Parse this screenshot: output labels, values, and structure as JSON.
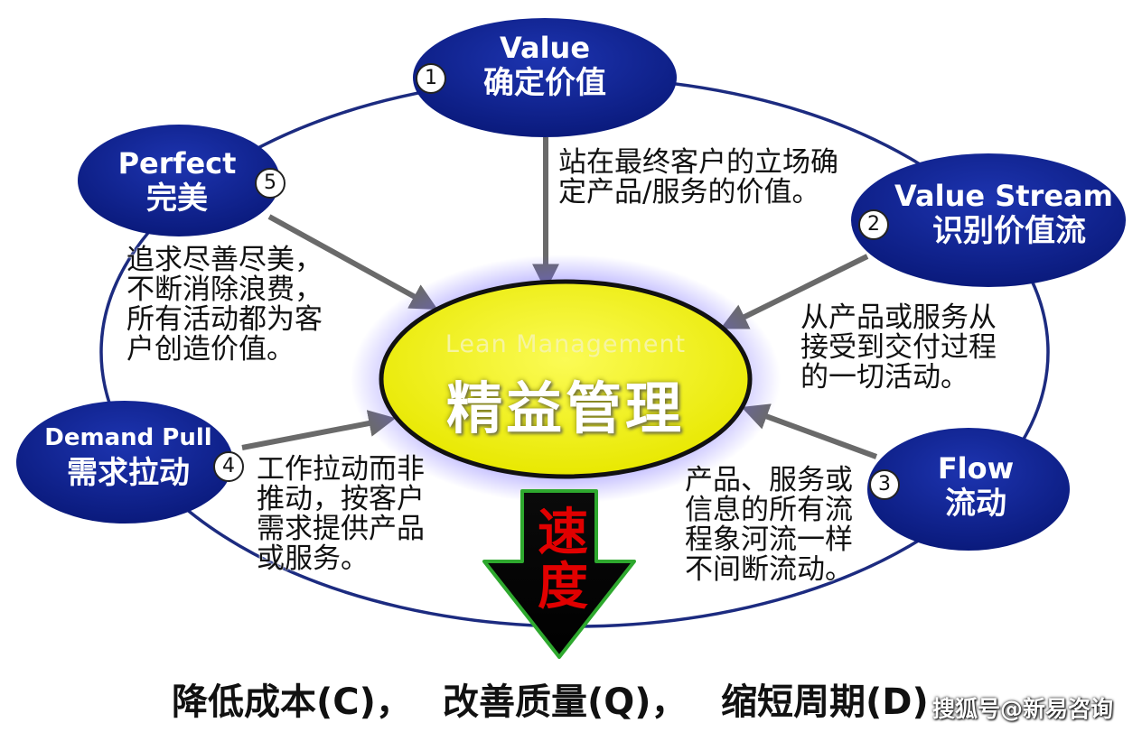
{
  "center": {
    "en": "Lean Management",
    "cn": "精益管理",
    "fill": "#f2f20a"
  },
  "nodes": [
    {
      "id": "value",
      "number": "1",
      "en": "Value",
      "cn": "确定价值",
      "desc": "站在最终客户的立场确\n定产品/服务的价值。"
    },
    {
      "id": "value-stream",
      "number": "2",
      "en": "Value Stream",
      "cn": "识别价值流",
      "desc": "从产品或服务从\n接受到交付过程\n的一切活动。"
    },
    {
      "id": "flow",
      "number": "3",
      "en": "Flow",
      "cn": "流动",
      "desc": "产品、服务或\n信息的所有流\n程象河流一样\n不间断流动。"
    },
    {
      "id": "demand-pull",
      "number": "4",
      "en": "Demand Pull",
      "cn": "需求拉动",
      "desc": "工作拉动而非\n推动，按客户\n需求提供产品\n或服务。"
    },
    {
      "id": "perfect",
      "number": "5",
      "en": "Perfect",
      "cn": "完美",
      "desc": "追求尽善尽美，\n不断消除浪费，\n所有活动都为客\n户创造价值。"
    }
  ],
  "speed": {
    "char1": "速",
    "char2": "度",
    "color": "#e10000"
  },
  "bottom": {
    "cost": "降低成本(C)，",
    "quality": "改善质量(Q)，",
    "cycle": "缩短周期(D)"
  },
  "watermark": "搜狐号@新易咨询",
  "colors": {
    "node_fill": "#0c1f8c",
    "arrow": "#6a6a6a",
    "ring": "#1c2b80"
  }
}
